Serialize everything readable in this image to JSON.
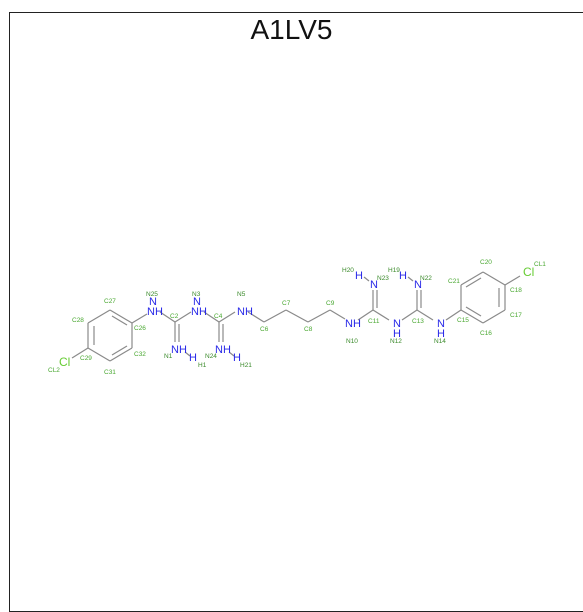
{
  "title": "A1LV5",
  "atom_symbols": {
    "N": "N",
    "H": "H",
    "Cl": "Cl",
    "NH": "NH",
    "HN": "HN"
  },
  "labels": {
    "N25": "N25",
    "C27": "C27",
    "C28": "C28",
    "C26": "C26",
    "CL2": "CL2",
    "C29": "C29",
    "C32": "C32",
    "C31": "C31",
    "N3": "N3",
    "C2": "C2",
    "N1": "N1",
    "H1": "H1",
    "N5": "N5",
    "C4": "C4",
    "N24": "N24",
    "H21": "H21",
    "C6": "C6",
    "C7": "C7",
    "C8": "C8",
    "C9": "C9",
    "N10": "N10",
    "H20": "H20",
    "N23": "N23",
    "C11": "C11",
    "N12": "N12",
    "H19": "H19",
    "N22": "N22",
    "C13": "C13",
    "N14": "N14",
    "C20": "C20",
    "C21": "C21",
    "CL1": "CL1",
    "C18": "C18",
    "C15": "C15",
    "C17": "C17",
    "C16": "C16"
  },
  "colors": {
    "carbon_bond": "#8a8a8a",
    "nitrogen": "#2a2ae8",
    "chlorine": "#66cc33",
    "label": "#4aa832"
  }
}
